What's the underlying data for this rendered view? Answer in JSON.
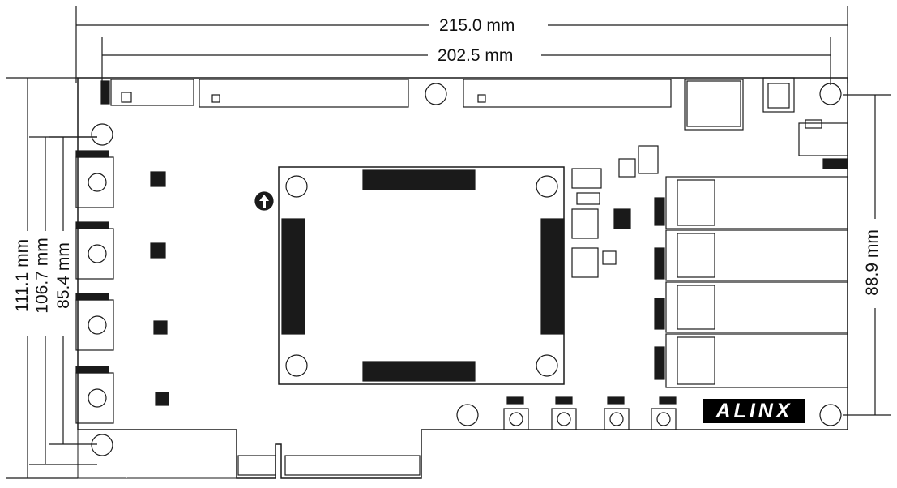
{
  "dimensions": {
    "width_outer": "215.0 mm",
    "width_inner": "202.5 mm",
    "height_1": "111.1 mm",
    "height_2": "106.7 mm",
    "height_3": "85.4 mm",
    "height_right": "88.9 mm"
  },
  "brand": {
    "logo_text": "ALINX"
  },
  "colors": {
    "line": "#1a1a1a",
    "background": "#ffffff"
  }
}
